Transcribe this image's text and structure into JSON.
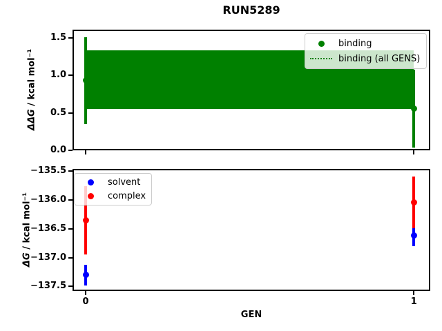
{
  "figure": {
    "title": "RUN5289",
    "xlabel": "GEN",
    "background": "#ffffff"
  },
  "chart_data": [
    {
      "type": "errorbar",
      "subplot": "top",
      "ylabel_math": "ΔΔG",
      "ylabel_rest": " / kcal mol⁻¹",
      "xlim": [
        -0.04,
        1.05
      ],
      "ylim": [
        0.0,
        1.61
      ],
      "grid": false,
      "yticks": {
        "values": [
          0.0,
          0.5,
          1.0,
          1.5
        ],
        "labels": [
          "0.0",
          "0.5",
          "1.0",
          "1.5"
        ]
      },
      "xticks": {
        "values": [
          0,
          1
        ],
        "labels": [
          "",
          ""
        ]
      },
      "series": [
        {
          "name": "binding",
          "color": "#008000",
          "marker": "circle",
          "x": [
            0,
            1
          ],
          "y": [
            0.93,
            0.56
          ],
          "yerr": [
            0.58,
            0.52
          ]
        }
      ],
      "band": {
        "name": "binding (all GENS)",
        "color": "#008000",
        "line_style": "dotted",
        "x_range": [
          0,
          1
        ],
        "y_range": [
          0.55,
          1.33
        ]
      },
      "legend": {
        "position": "upper right",
        "entries": [
          {
            "label": "binding",
            "handle": "circle",
            "color": "#008000"
          },
          {
            "label": "binding (all GENS)",
            "handle": "dotted-line",
            "color": "#008000"
          }
        ]
      }
    },
    {
      "type": "errorbar",
      "subplot": "bottom",
      "ylabel_math": "ΔG",
      "ylabel_rest": " / kcal mol⁻¹",
      "xlim": [
        -0.04,
        1.05
      ],
      "ylim": [
        -137.58,
        -135.46
      ],
      "grid": false,
      "yticks": {
        "values": [
          -135.5,
          -136.0,
          -136.5,
          -137.0,
          -137.5
        ],
        "labels": [
          "−135.5",
          "−136.0",
          "−136.5",
          "−137.0",
          "−137.5"
        ]
      },
      "xticks": {
        "values": [
          0,
          1
        ],
        "labels": [
          "0",
          "1"
        ]
      },
      "series": [
        {
          "name": "solvent",
          "color": "#0000ff",
          "marker": "circle",
          "x": [
            0,
            1
          ],
          "y": [
            -137.3,
            -136.61
          ],
          "yerr": [
            0.18,
            0.19
          ]
        },
        {
          "name": "complex",
          "color": "#ff0000",
          "marker": "circle",
          "x": [
            0,
            1
          ],
          "y": [
            -136.35,
            -136.04
          ],
          "yerr": [
            0.59,
            0.45
          ]
        }
      ],
      "legend": {
        "position": "upper left",
        "entries": [
          {
            "label": "solvent",
            "handle": "circle",
            "color": "#0000ff"
          },
          {
            "label": "complex",
            "handle": "circle",
            "color": "#ff0000"
          }
        ]
      }
    }
  ]
}
